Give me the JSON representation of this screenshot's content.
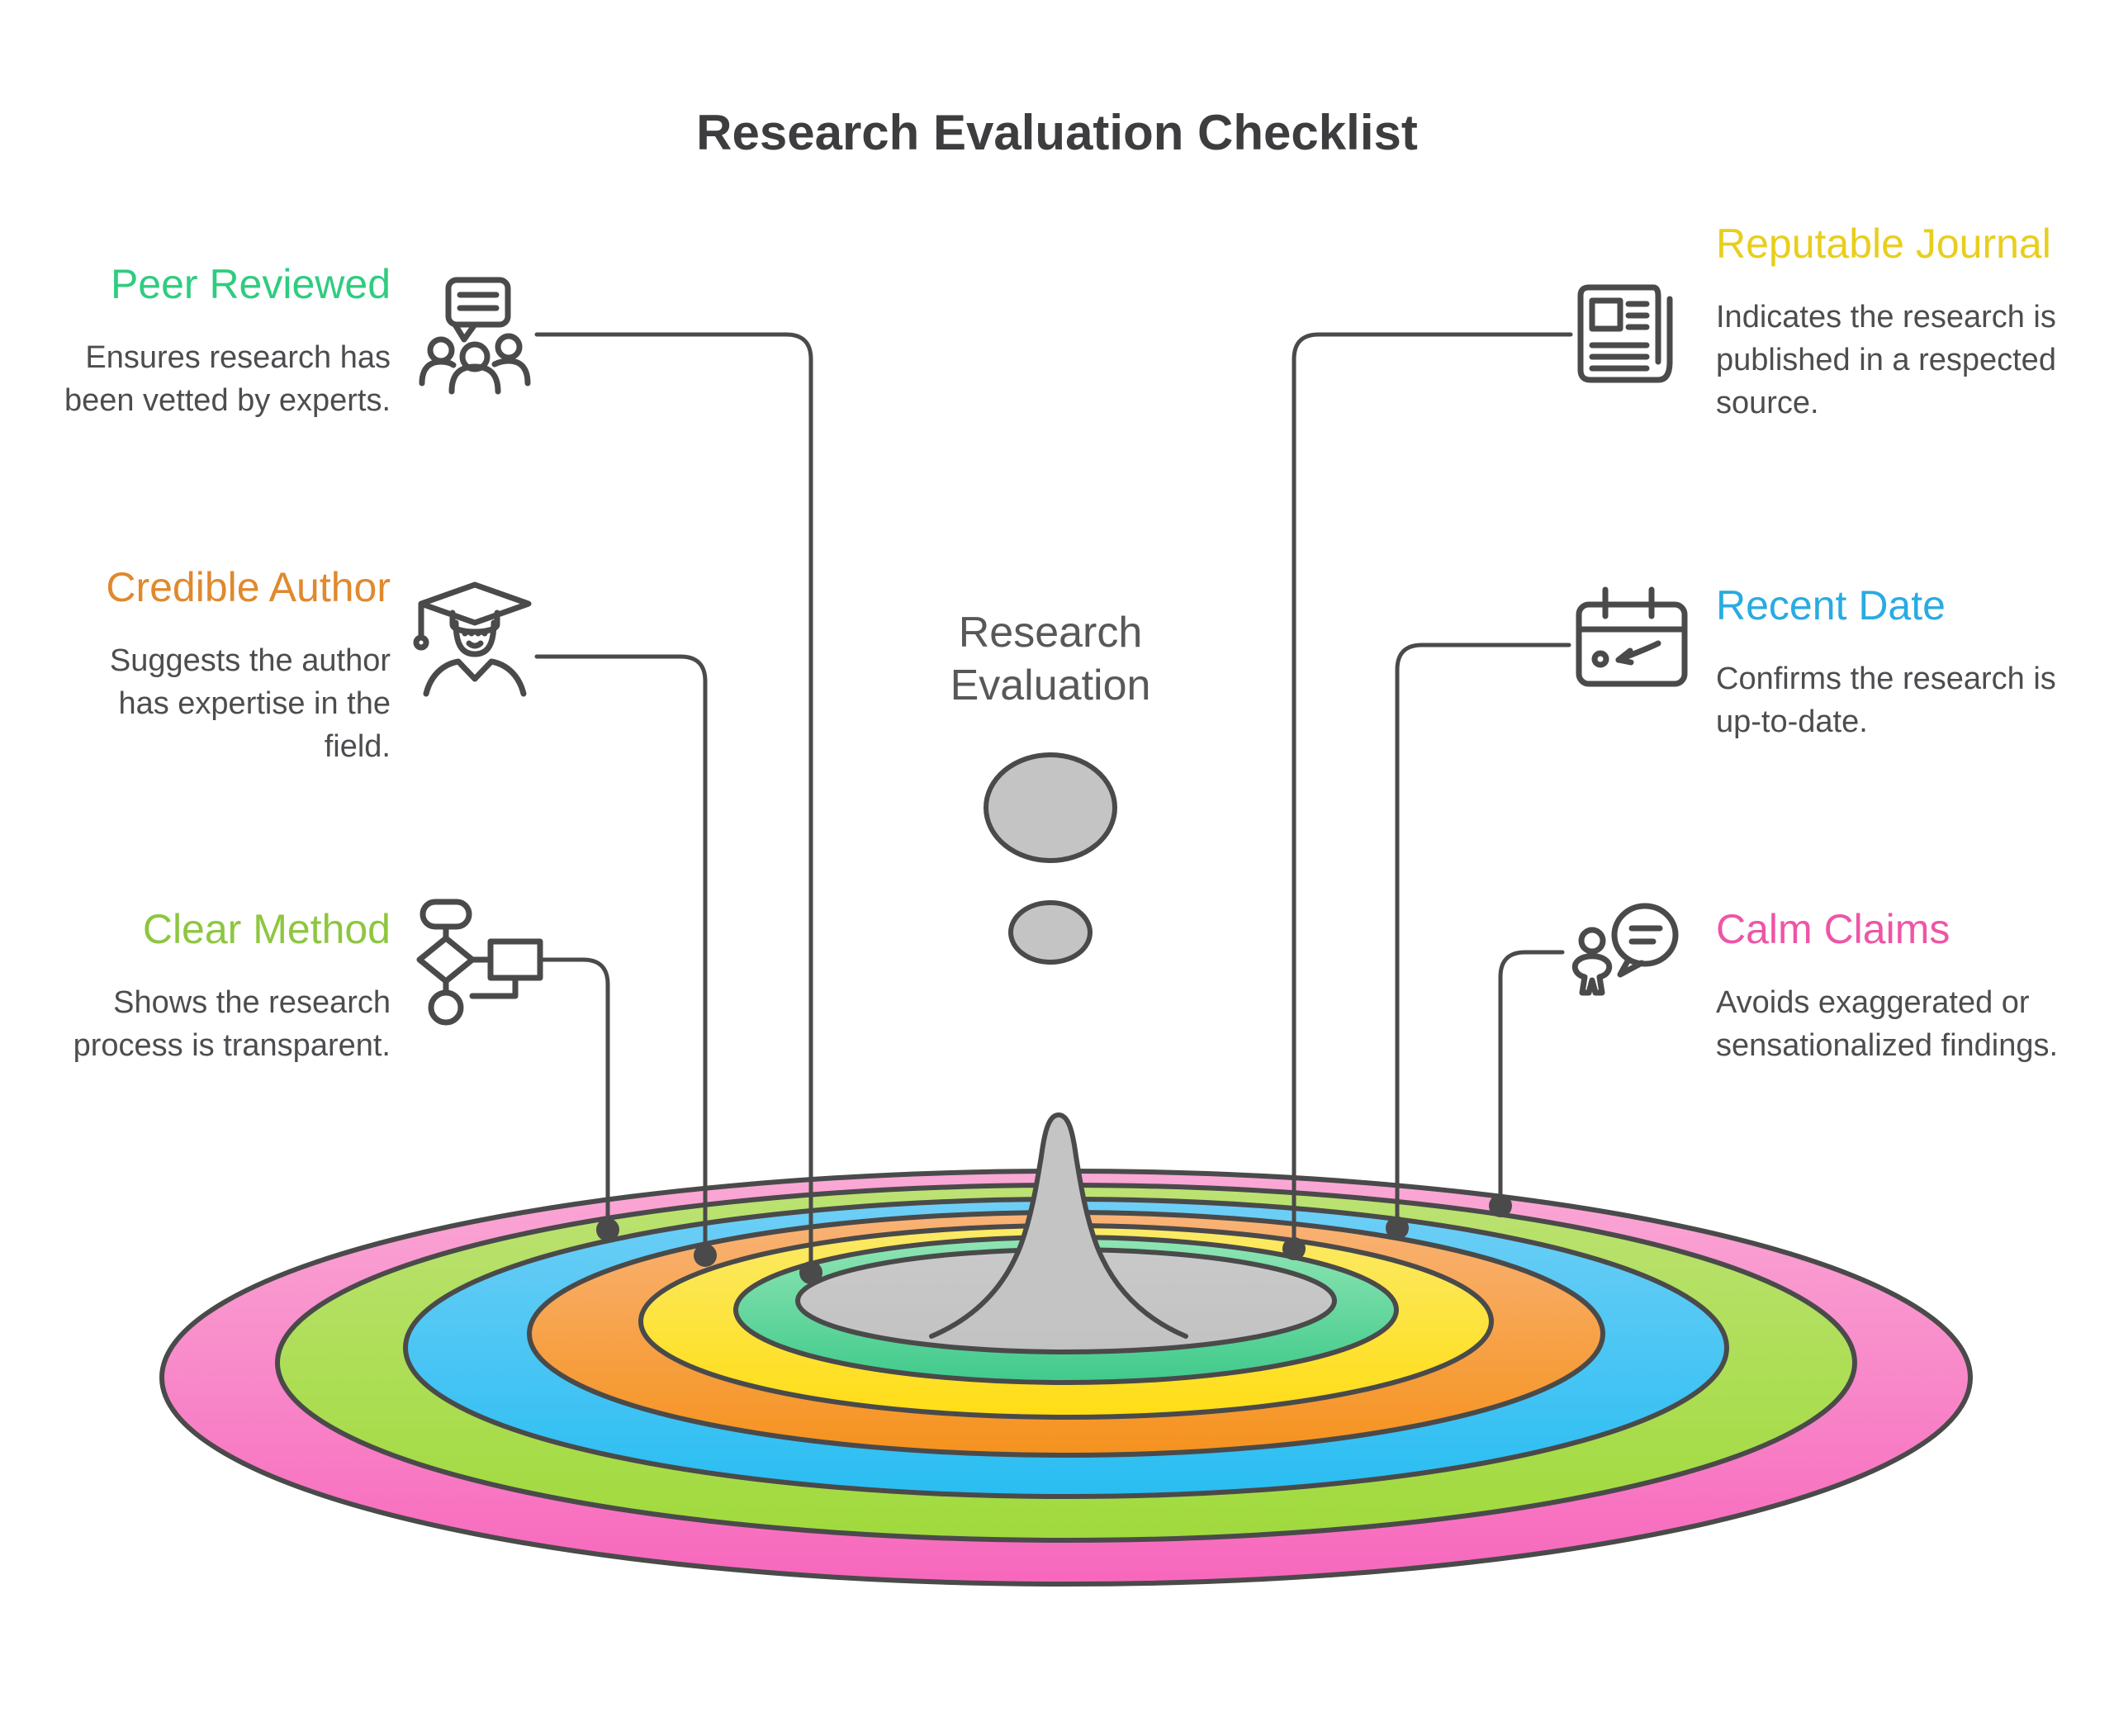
{
  "title": "Research Evaluation Checklist",
  "center": {
    "label": "Research Evaluation"
  },
  "items": [
    {
      "id": "peer-reviewed",
      "label": "Peer Reviewed",
      "description": "Ensures research has been vetted by experts.",
      "color": "#2fcc80",
      "ring": "mint-green"
    },
    {
      "id": "credible-author",
      "label": "Credible Author",
      "description": "Suggests the author has expertise in the field.",
      "color": "#e0892e",
      "ring": "orange"
    },
    {
      "id": "clear-method",
      "label": "Clear Method",
      "description": "Shows the research process is transparent.",
      "color": "#8ec63f",
      "ring": "lime-green"
    },
    {
      "id": "reputable-journal",
      "label": "Reputable Journal",
      "description": "Indicates the research is published in a respected source.",
      "color": "#e8ce1d",
      "ring": "yellow"
    },
    {
      "id": "recent-date",
      "label": "Recent Date",
      "description": "Confirms the research is up-to-date.",
      "color": "#29abe2",
      "ring": "blue"
    },
    {
      "id": "calm-claims",
      "label": "Calm Claims",
      "description": "Avoids exaggerated or sensationalized findings.",
      "color": "#ee55a6",
      "ring": "pink"
    }
  ],
  "rings": [
    {
      "name": "pink",
      "item": "Calm Claims",
      "top": "#faa9d6",
      "bottom": "#f767bc"
    },
    {
      "name": "lime-green",
      "item": "Clear Method",
      "top": "#bce273",
      "bottom": "#a0da3c"
    },
    {
      "name": "blue",
      "item": "Recent Date",
      "top": "#6fcff6",
      "bottom": "#29bdf2"
    },
    {
      "name": "orange",
      "item": "Credible Author",
      "top": "#f9b377",
      "bottom": "#f5921d"
    },
    {
      "name": "yellow",
      "item": "Reputable Journal",
      "top": "#fbea67",
      "bottom": "#ffdd15"
    },
    {
      "name": "mint-green",
      "item": "Peer Reviewed",
      "top": "#8fe5b4",
      "bottom": "#40ca8b"
    },
    {
      "name": "gray-pool",
      "item": "Research Evaluation",
      "top": "#c9c9c9",
      "bottom": "#c2c2c2"
    }
  ],
  "style": {
    "outline": "#4a4a4a",
    "text": "#4d4d50",
    "title_color": "#3d3c3f",
    "droplet": "#c4c4c4",
    "background": "#ffffff"
  }
}
